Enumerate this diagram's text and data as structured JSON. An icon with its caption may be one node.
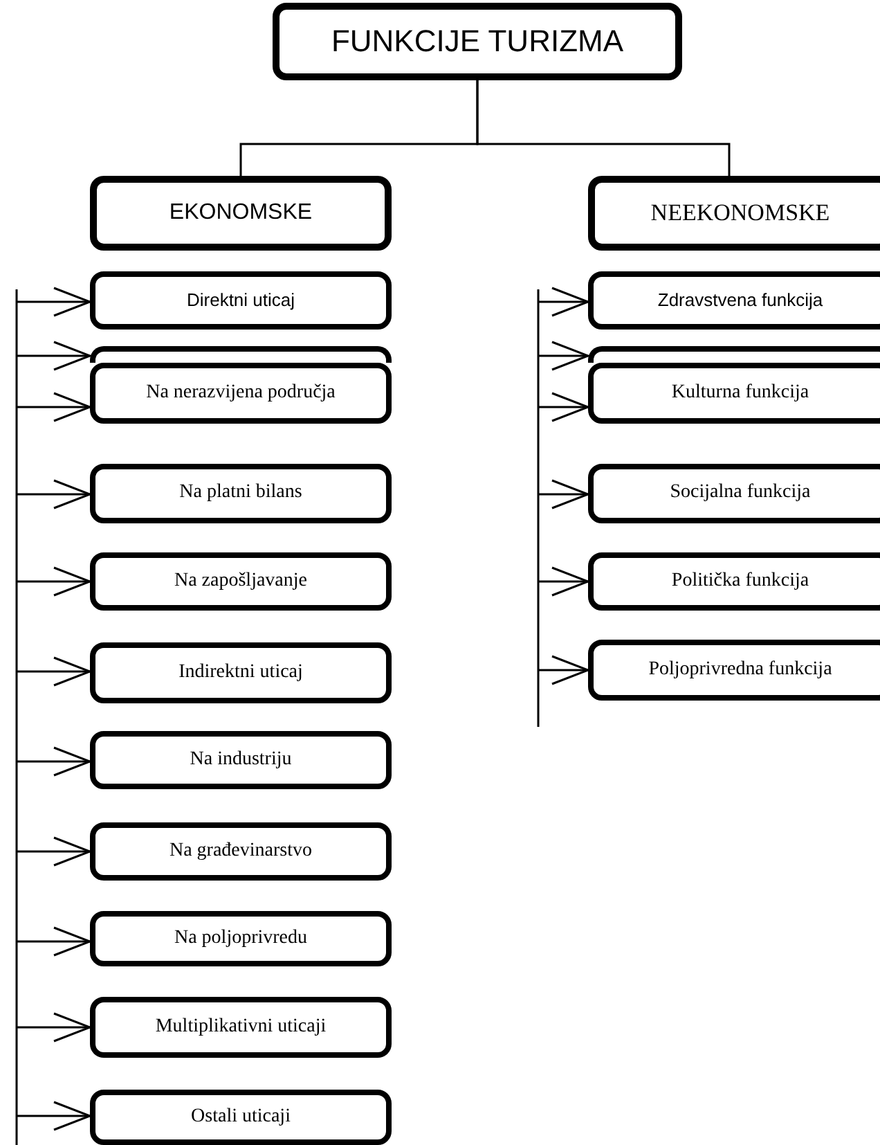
{
  "diagram": {
    "nodes": [
      {
        "text": [
          "FUNKCIJE TURIZMA"
        ]
      },
      {
        "text": [
          "EKONOMSKE"
        ]
      },
      {
        "text": [
          "NEEKONOMSKE"
        ]
      },
      {
        "text": [
          "Direktni uticaj"
        ]
      },
      {
        "text": [],
        "shape": "box"
      },
      {
        "text": [
          "Na nerazvijena područja"
        ]
      },
      {
        "text": [
          "Na platni bilans"
        ]
      },
      {
        "text": [
          "Na zapošljavanje"
        ]
      },
      {
        "text": [
          "Indirektni uticaj"
        ]
      },
      {
        "text": [
          "Na industriju"
        ]
      },
      {
        "text": [
          "Na građevinarstvo"
        ]
      },
      {
        "text": [
          "Na poljoprivredu"
        ]
      },
      {
        "text": [
          "Multiplikativni uticaji"
        ]
      },
      {
        "text": [
          "Ostali uticaji"
        ]
      },
      {
        "text": [
          "Zdravstvena funkcija"
        ]
      },
      {
        "text": [],
        "shape": "box"
      },
      {
        "text": [
          "Kulturna funkcija"
        ]
      },
      {
        "text": [
          "Socijalna funkcija"
        ]
      },
      {
        "text": [
          "Politička funkcija"
        ]
      },
      {
        "text": [
          "Poljoprivredna funkcija"
        ]
      }
    ],
    "edges": [
      {
        "from": 0,
        "to": 1,
        "arrow": "none"
      },
      {
        "from": 0,
        "to": 2,
        "arrow": "none"
      },
      {
        "from": null,
        "to": 3,
        "arrow": "to"
      },
      {
        "from": null,
        "to": 4,
        "arrow": "to"
      },
      {
        "from": null,
        "to": 5,
        "arrow": "to"
      },
      {
        "from": null,
        "to": 6,
        "arrow": "to"
      },
      {
        "from": null,
        "to": 7,
        "arrow": "to"
      },
      {
        "from": null,
        "to": 8,
        "arrow": "to"
      },
      {
        "from": null,
        "to": 9,
        "arrow": "to"
      },
      {
        "from": null,
        "to": 10,
        "arrow": "to"
      },
      {
        "from": null,
        "to": 11,
        "arrow": "to"
      },
      {
        "from": null,
        "to": 12,
        "arrow": "to"
      },
      {
        "from": null,
        "to": 13,
        "arrow": "to"
      },
      {
        "from": null,
        "to": 14,
        "arrow": "to"
      },
      {
        "from": null,
        "to": 15,
        "arrow": "to"
      },
      {
        "from": null,
        "to": 16,
        "arrow": "to"
      },
      {
        "from": null,
        "to": 17,
        "arrow": "to"
      },
      {
        "from": null,
        "to": 18,
        "arrow": "to"
      },
      {
        "from": null,
        "to": 19,
        "arrow": "to"
      }
    ]
  }
}
